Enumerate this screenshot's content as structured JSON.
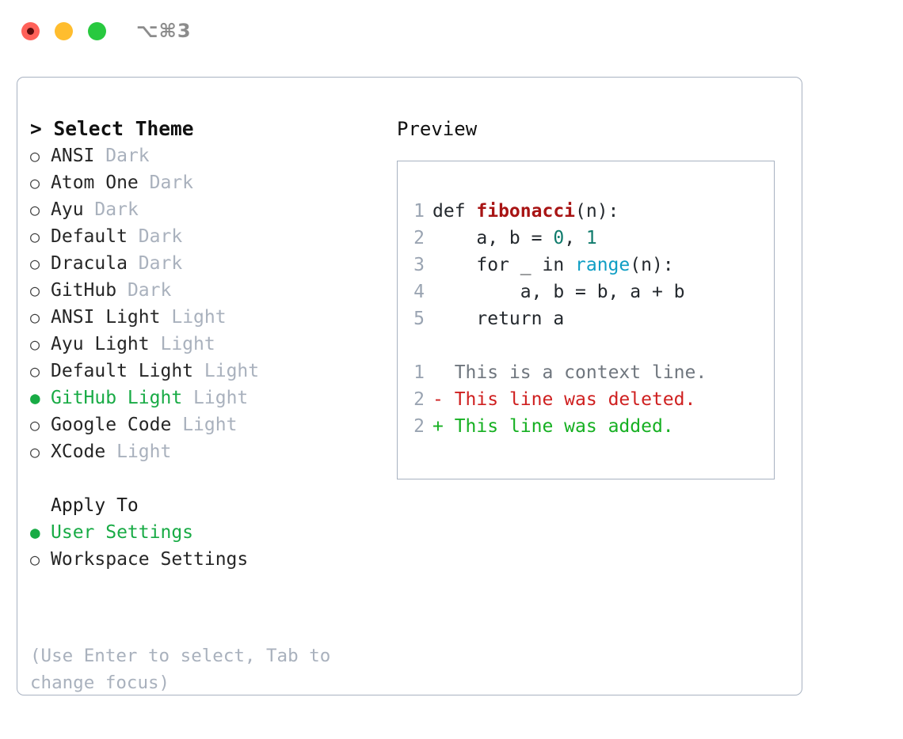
{
  "window": {
    "shortcut_label": "⌥⌘3",
    "traffic_lights": [
      {
        "name": "close",
        "color": "#ff6159"
      },
      {
        "name": "minimize",
        "color": "#ffbd2e"
      },
      {
        "name": "maximize",
        "color": "#28c93f"
      }
    ]
  },
  "theme_list": {
    "header": "> Select Theme",
    "selected_index": 9,
    "items": [
      {
        "marker": "○",
        "name": "ANSI",
        "tag": "Dark",
        "selected": false
      },
      {
        "marker": "○",
        "name": "Atom One",
        "tag": "Dark",
        "selected": false
      },
      {
        "marker": "○",
        "name": "Ayu",
        "tag": "Dark",
        "selected": false
      },
      {
        "marker": "○",
        "name": "Default",
        "tag": "Dark",
        "selected": false
      },
      {
        "marker": "○",
        "name": "Dracula",
        "tag": "Dark",
        "selected": false
      },
      {
        "marker": "○",
        "name": "GitHub",
        "tag": "Dark",
        "selected": false
      },
      {
        "marker": "○",
        "name": "ANSI Light",
        "tag": "Light",
        "selected": false
      },
      {
        "marker": "○",
        "name": "Ayu Light",
        "tag": "Light",
        "selected": false
      },
      {
        "marker": "○",
        "name": "Default Light",
        "tag": "Light",
        "selected": false
      },
      {
        "marker": "●",
        "name": "GitHub Light",
        "tag": "Light",
        "selected": true
      },
      {
        "marker": "○",
        "name": "Google Code",
        "tag": "Light",
        "selected": false
      },
      {
        "marker": "○",
        "name": "XCode",
        "tag": "Light",
        "selected": false
      }
    ]
  },
  "apply_to": {
    "header": "Apply To",
    "items": [
      {
        "marker": "●",
        "name": "User Settings",
        "selected": true
      },
      {
        "marker": "○",
        "name": "Workspace Settings",
        "selected": false
      }
    ]
  },
  "hint": "(Use Enter to select, Tab to change focus)",
  "preview": {
    "title": "Preview",
    "code_lines": [
      {
        "number": "1",
        "tokens": [
          {
            "text": "def ",
            "style": "kw"
          },
          {
            "text": "fibonacci",
            "style": "fn"
          },
          {
            "text": "(n):",
            "style": "plain"
          }
        ]
      },
      {
        "number": "2",
        "tokens": [
          {
            "text": "    a, b = ",
            "style": "plain"
          },
          {
            "text": "0",
            "style": "num"
          },
          {
            "text": ", ",
            "style": "plain"
          },
          {
            "text": "1",
            "style": "num"
          }
        ]
      },
      {
        "number": "3",
        "tokens": [
          {
            "text": "    for _ in ",
            "style": "plain"
          },
          {
            "text": "range",
            "style": "bi"
          },
          {
            "text": "(n):",
            "style": "plain"
          }
        ]
      },
      {
        "number": "4",
        "tokens": [
          {
            "text": "        a, b = b, a + b",
            "style": "plain"
          }
        ]
      },
      {
        "number": "5",
        "tokens": [
          {
            "text": "    return a",
            "style": "plain"
          }
        ]
      }
    ],
    "diff_lines": [
      {
        "number": "1",
        "prefix": "  ",
        "text": "This is a context line.",
        "kind": "context"
      },
      {
        "number": "2",
        "prefix": "- ",
        "text": "This line was deleted.",
        "kind": "deleted"
      },
      {
        "number": "2",
        "prefix": "+ ",
        "text": "This line was added.",
        "kind": "added"
      }
    ]
  },
  "colors": {
    "accent_green": "#18ab45",
    "panel_border": "#a8b2c1",
    "muted_text": "#a9b1bd",
    "line_number": "#9aa4b2",
    "code_function": "#a81414",
    "code_number": "#0f7b6c",
    "code_builtin": "#0f9ec4",
    "diff_deleted": "#cf2020",
    "diff_added": "#16b022",
    "diff_context": "#6f767e"
  }
}
